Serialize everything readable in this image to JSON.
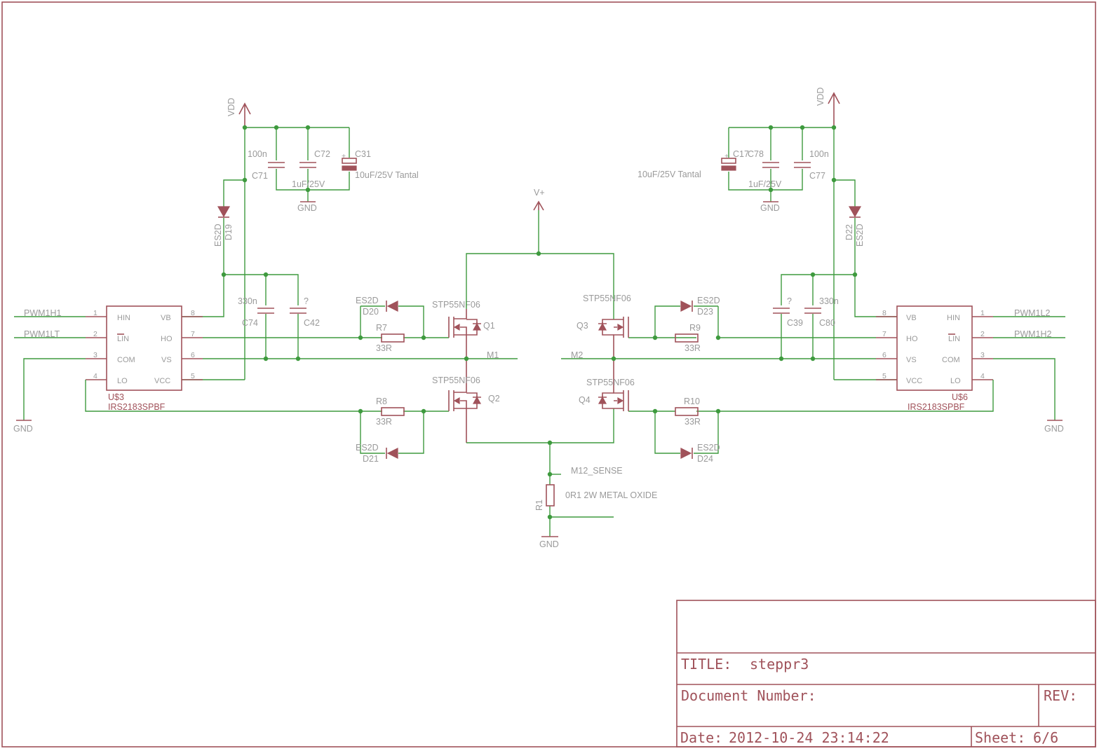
{
  "power": {
    "vdd": "VDD",
    "gnd": "GND",
    "vplus": "V+"
  },
  "left_driver": {
    "name": "U$3",
    "value": "IRS2183SPBF",
    "pins": [
      {
        "num": "1",
        "name": "HIN"
      },
      {
        "num": "2",
        "name": "LIN"
      },
      {
        "num": "3",
        "name": "COM"
      },
      {
        "num": "4",
        "name": "LO"
      },
      {
        "num": "8",
        "name": "VB"
      },
      {
        "num": "7",
        "name": "HO"
      },
      {
        "num": "6",
        "name": "VS"
      },
      {
        "num": "5",
        "name": "VCC"
      }
    ],
    "signals": [
      "PWM1H1",
      "PWM1LT"
    ]
  },
  "right_driver": {
    "name": "U$6",
    "value": "IRS2183SPBF",
    "pins": [
      {
        "num": "8",
        "name": "VB"
      },
      {
        "num": "7",
        "name": "HO"
      },
      {
        "num": "6",
        "name": "VS"
      },
      {
        "num": "5",
        "name": "VCC"
      },
      {
        "num": "1",
        "name": "HIN"
      },
      {
        "num": "2",
        "name": "LIN"
      },
      {
        "num": "3",
        "name": "COM"
      },
      {
        "num": "4",
        "name": "LO"
      }
    ],
    "signals": [
      "PWM1L2",
      "PWM1H2"
    ]
  },
  "left_caps": {
    "c71_val": "100n",
    "c71_name": "C71",
    "c72_name": "C72",
    "c72_val": "1uF/25V",
    "c31_name": "C31",
    "c31_val": "10uF/25V Tantal",
    "c74_val": "330n",
    "c74_name": "C74",
    "c42_val": "?",
    "c42_name": "C42"
  },
  "right_caps": {
    "c77_val": "100n",
    "c77_name": "C77",
    "c78_name": "C78",
    "c78_val": "1uF/25V",
    "c17_name": "C17",
    "c17_val": "10uF/25V Tantal",
    "c80_val": "330n",
    "c80_name": "C80",
    "c39_val": "?",
    "c39_name": "C39"
  },
  "diodes": {
    "d19_val": "ES2D",
    "d19_name": "D19",
    "d22_val": "ES2D",
    "d22_name": "D22",
    "d20_val": "ES2D",
    "d20_name": "D20",
    "d21_val": "ES2D",
    "d21_name": "D21",
    "d23_val": "ES2D",
    "d23_name": "D23",
    "d24_val": "ES2D",
    "d24_name": "D24"
  },
  "resistors": {
    "r7_name": "R7",
    "r7_val": "33R",
    "r8_name": "R8",
    "r8_val": "33R",
    "r9_name": "R9",
    "r9_val": "33R",
    "r10_name": "R10",
    "r10_val": "33R",
    "r1_name": "R1",
    "r1_val": "0R1 2W METAL OXIDE"
  },
  "mosfets": {
    "q1_val": "STP55NF06",
    "q1_name": "Q1",
    "q2_val": "STP55NF06",
    "q2_name": "Q2",
    "q3_val": "STP55NF06",
    "q3_name": "Q3",
    "q4_val": "STP55NF06",
    "q4_name": "Q4"
  },
  "nets": {
    "m1": "M1",
    "m2": "M2",
    "sense": "M12_SENSE"
  },
  "title_block": {
    "title_label": "TITLE:",
    "title_value": "steppr3",
    "docnum_label": "Document Number:",
    "rev_label": "REV:",
    "date_label": "Date:",
    "date_value": "2012-10-24 23:14:22",
    "sheet_label": "Sheet:",
    "sheet_value": "6/6"
  },
  "colors": {
    "part": "#a0525a",
    "net": "#3e9a3e",
    "text": "#9a9a9a"
  }
}
